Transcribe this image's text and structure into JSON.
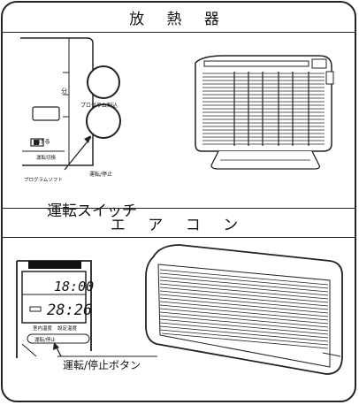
{
  "radiator": {
    "title": "放 熱 器",
    "panel": {
      "tick_label": "分",
      "program_label": "プログラム割込",
      "side_button": "げる",
      "switch_caption_1": "運転切換",
      "switch_caption_2": "プログラムソフト",
      "run_stop_label": "運転/停止"
    },
    "callout": "運転スイッチ"
  },
  "aircon": {
    "title": "エ ア コ ン",
    "remote": {
      "time": "18:00",
      "temp": "28:26",
      "room_temp_label": "室内温度",
      "set_temp_label": "設定温度",
      "run_stop_label": "運転/停止"
    },
    "callout": "運転/停止ボタン"
  }
}
